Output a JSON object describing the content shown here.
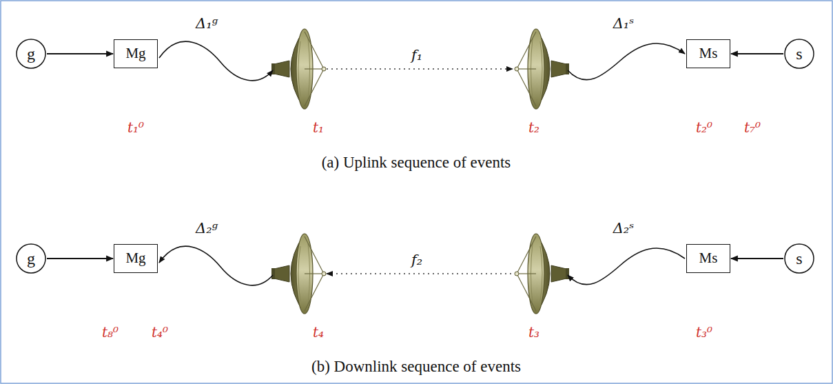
{
  "diagram": {
    "nodes": [
      {
        "text": [
          "g"
        ]
      },
      {
        "text": [
          "Mg"
        ]
      },
      {
        "text": [
          "Ms"
        ]
      },
      {
        "text": [
          "s"
        ]
      },
      {
        "text": [
          "g"
        ]
      },
      {
        "text": [
          "Mg"
        ]
      },
      {
        "text": [
          "Ms"
        ]
      },
      {
        "text": [
          "s"
        ]
      }
    ],
    "edges": [
      {
        "from": 0,
        "to": 1,
        "arrow": "to"
      },
      {
        "from": 3,
        "to": 2,
        "arrow": "to"
      },
      {
        "from": 4,
        "to": 5,
        "arrow": "to"
      },
      {
        "from": 7,
        "to": 6,
        "arrow": "to"
      }
    ],
    "labels": [
      "Δ₁ᵍ",
      "f₁",
      "Δ₁ˢ",
      "t₁⁰",
      "t₁",
      "t₂",
      "t₂⁰",
      "t₇⁰",
      "(a) Uplink sequence of events",
      "Δ₂ᵍ",
      "f₂",
      "Δ₂ˢ",
      "t₈⁰",
      "t₄⁰",
      "t₄",
      "t₃",
      "t₃⁰",
      "(b) Downlink sequence of events"
    ]
  }
}
